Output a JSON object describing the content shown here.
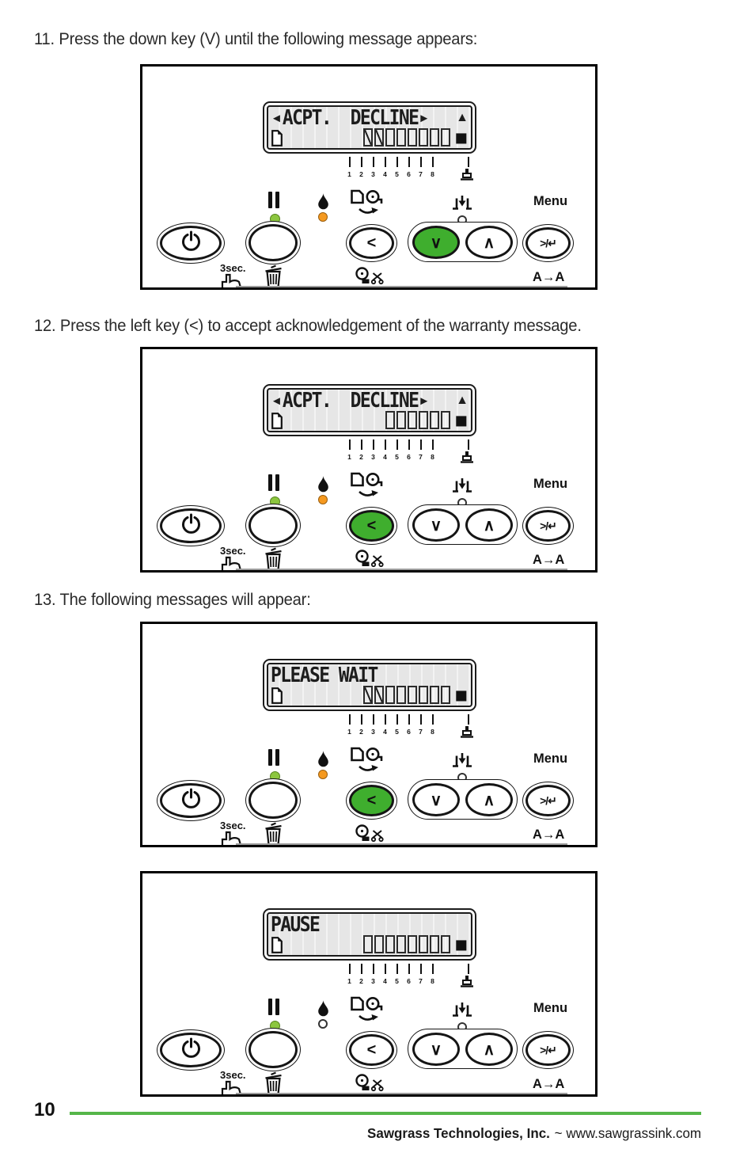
{
  "steps": [
    {
      "label": "11. Press the down key (V) until the following message appears:"
    },
    {
      "label": "12. Press the left key (<) to accept acknowledgement of the warranty message."
    },
    {
      "label": "13. The following messages will appear:"
    }
  ],
  "controls": {
    "menu_label": "Menu",
    "hold_label": "3sec.",
    "font_label": "A→A",
    "left_glyph": "<",
    "down_glyph": "∨",
    "up_glyph": "∧",
    "menu_glyph": ">/↵"
  },
  "panels": [
    {
      "name": "acpt-decline-down-key",
      "lcd": {
        "left_arrow": "◄",
        "line1": "ACPT.  DECLINE",
        "right_arrow": "►",
        "up_indicator": "▲",
        "end_block": "■",
        "progress_boxes": {
          "total": 8,
          "slashed": 2
        },
        "tick_labels": [
          "1",
          "2",
          "3",
          "4",
          "5",
          "6",
          "7",
          "8"
        ]
      },
      "leds": {
        "pause": "green",
        "ink": "orange",
        "feed": "off"
      },
      "active_button": "down"
    },
    {
      "name": "acpt-decline-left-key",
      "lcd": {
        "left_arrow": "◄",
        "line1": "ACPT.  DECLINE",
        "right_arrow": "►",
        "up_indicator": "▲",
        "end_block": "■",
        "progress_boxes": {
          "total": 6,
          "slashed": 0
        },
        "tick_labels": [
          "1",
          "2",
          "3",
          "4",
          "5",
          "6",
          "7",
          "8"
        ]
      },
      "leds": {
        "pause": "green",
        "ink": "orange",
        "feed": "off"
      },
      "active_button": "left"
    },
    {
      "name": "please-wait",
      "lcd": {
        "left_arrow": "",
        "line1": "PLEASE WAIT",
        "right_arrow": "",
        "up_indicator": "",
        "end_block": "■",
        "progress_boxes": {
          "total": 8,
          "slashed": 2
        },
        "tick_labels": [
          "1",
          "2",
          "3",
          "4",
          "5",
          "6",
          "7",
          "8"
        ]
      },
      "leds": {
        "pause": "green",
        "ink": "orange",
        "feed": "off"
      },
      "active_button": "left"
    },
    {
      "name": "pause",
      "lcd": {
        "left_arrow": "",
        "line1": "PAUSE",
        "right_arrow": "",
        "up_indicator": "",
        "end_block": "■",
        "progress_boxes": {
          "total": 8,
          "slashed": 0
        },
        "tick_labels": [
          "1",
          "2",
          "3",
          "4",
          "5",
          "6",
          "7",
          "8"
        ]
      },
      "leds": {
        "pause": "green",
        "ink": "off",
        "feed": "off"
      },
      "active_button": null
    }
  ],
  "footer": {
    "page_number": "10",
    "company": "Sawgrass Technologies, Inc.",
    "website": "~ www.sawgrassink.com"
  },
  "colors": {
    "active_key_green": "#3fae2e",
    "led_green": "#8cc63f",
    "led_orange": "#f5991f",
    "footer_rule_green": "#55b649"
  }
}
